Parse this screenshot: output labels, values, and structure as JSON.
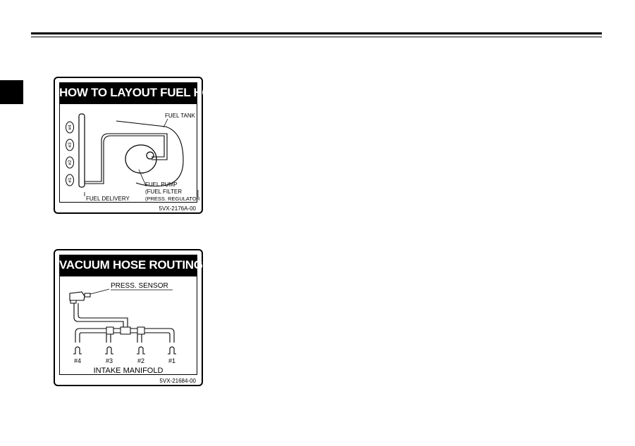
{
  "fuel_label": {
    "title": "HOW TO LAYOUT FUEL HOSES",
    "fuel_tank": "FUEL TANK",
    "fuel_pump_lines": [
      "FUEL PUMP",
      "(FUEL FILTER",
      "(PRESS. REGULATOR)"
    ],
    "fuel_delivery": "FUEL DELIVERY",
    "cylinders": [
      "#4",
      "#3",
      "#2",
      "#1"
    ],
    "code": "5VX-2176A-00"
  },
  "vacuum_label": {
    "title": "VACUUM HOSE ROUTING",
    "press_sensor": "PRESS. SENSOR",
    "cylinders": [
      "#4",
      "#3",
      "#2",
      "#1"
    ],
    "intake_manifold": "INTAKE MANIFOLD",
    "code": "5VX-21684-00"
  }
}
